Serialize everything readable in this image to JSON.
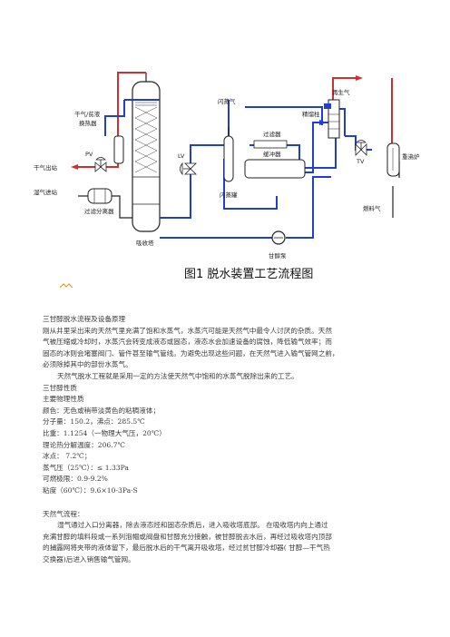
{
  "diagram": {
    "labels": {
      "dry_gas_out": "干气出站",
      "dry_gas_exchanger": "干气/贫液",
      "exchanger_suffix": "换热器",
      "pv": "PV",
      "wet_gas_in": "湿气进站",
      "filter_separator": "过滤分离器",
      "absorber": "吸收塔",
      "lv": "LV",
      "flash_gas": "闪蒸气",
      "flash_tank": "闪蒸罐",
      "filter": "过滤器",
      "buffer_tank": "缓冲器",
      "regen_column": "精馏柱",
      "regen_gas": "再生气",
      "tv": "TV",
      "reboiler": "重沸炉",
      "fuel_gas": "燃料气",
      "glycol_pump": "甘醇泵"
    },
    "caption": "图1  脱水装置工艺流程图"
  },
  "text": {
    "l1": "三甘醇脱水流程及设备原理",
    "l2": "刚从井里采出来的天然气里充满了饱和水蒸气，水蒸汽可能是天然气中最令人讨厌的杂质。天然",
    "l3": "气被压缩或冷却时，水蒸汽会转变成液态或固态，液态水会加速设备的腐蚀，降低输气效率；而",
    "l4": "固态的冰则会堵塞阀门、管件甚至输气管线。为避免出现这些问题，在天然气进入输气管网之前，",
    "l5": "必须除掉其中的部份水蒸气。",
    "l6": "天然气脱水工程就是采用一定的方法使天然气中饱和的水蒸气脱除出来的工艺。",
    "l7": "三甘醇性质",
    "l8": "主要物理性质",
    "l9": "颜色：无色或稍带淡黄色的粘稠液体；",
    "l10": "分子量：150.2，沸点：285.5℃",
    "l11": "比重：1.1254（一物理大气压，20℃）",
    "l12": "理论热分解温度：206.7℃",
    "l13": "冰点：  7.2℃；",
    "l14": "蒸气压（25℃）：≤  1.33Pa",
    "l15": "可燃极限：0.9-9.2%",
    "l16": "粘度（60℃）：9.6×10-3Pa·S",
    "l17": "天然气流程：",
    "l18": "湿气通过入口分离器，除去液态烃和固态杂质后，进入吸收塔底部。 在吸收塔内向上通过",
    "l19": "充满甘醇的填料段或一系列泡帽或阀盘和甘醇充分接触，被甘醇脱去水后，再经过吸收塔内顶部",
    "l20": "的捕露网将夹带的液体留下，最后脱水后的干气离开吸收塔，经过贫甘醇冷却器( 甘醇—干气热",
    "l21": "交换器)后进入销售输气管网。"
  },
  "colors": {
    "dry_gas": "#d03030",
    "glycol": "#1e3fd0",
    "wet_gas": "#222222"
  }
}
